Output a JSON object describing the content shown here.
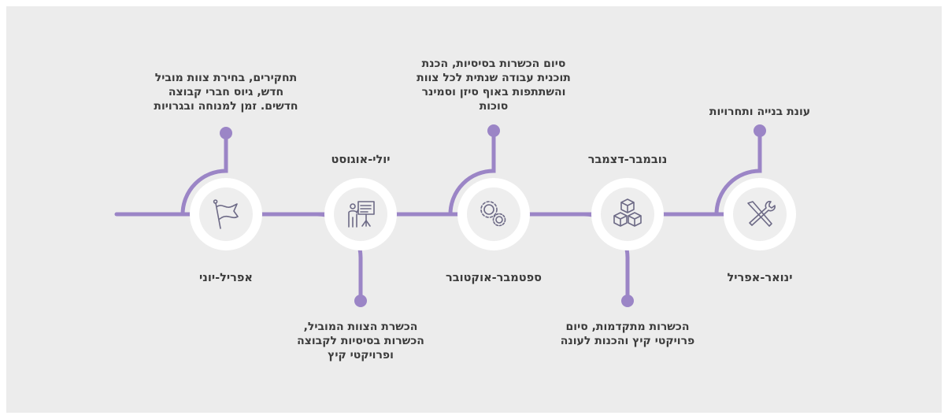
{
  "colors": {
    "accent": "#9b85c6",
    "node_outer": "#ffffff",
    "node_inner": "#eeeeee",
    "icon": "#6d6a86",
    "text": "#3c3c3c",
    "background": "#ececec"
  },
  "stages": [
    {
      "period": "אפריל-יוני",
      "description": [
        "תחקירים, בחירת צוות מוביל",
        "חדש, גיוס חברי קבוצה",
        "חדשים. זמן למנוחה ובגרויות"
      ],
      "icon": "flag-icon"
    },
    {
      "period": "יולי-אוגוסט",
      "description": [
        "הכשרת הצוות המוביל,",
        "הכשרות בסיסיות לקבוצה",
        "ופרויקטי קיץ"
      ],
      "icon": "presentation-icon"
    },
    {
      "period": "ספטמבר-אוקטובר",
      "description": [
        "סיום הכשרות בסיסיות, הכנת",
        "תוכנית עבודה שנתית לכל צוות",
        "והשתתפות באוף סיזן וסמינר",
        "סוכות"
      ],
      "icon": "gears-icon"
    },
    {
      "period": "נובמבר-דצמבר",
      "description": [
        "הכשרות מתקדמות, סיום",
        "פרויקטי קיץ והכנות לעונה"
      ],
      "icon": "cubes-icon"
    },
    {
      "period": "ינואר-אפריל",
      "description": [
        "עונת בנייה ותחרויות"
      ],
      "icon": "tools-icon"
    }
  ]
}
